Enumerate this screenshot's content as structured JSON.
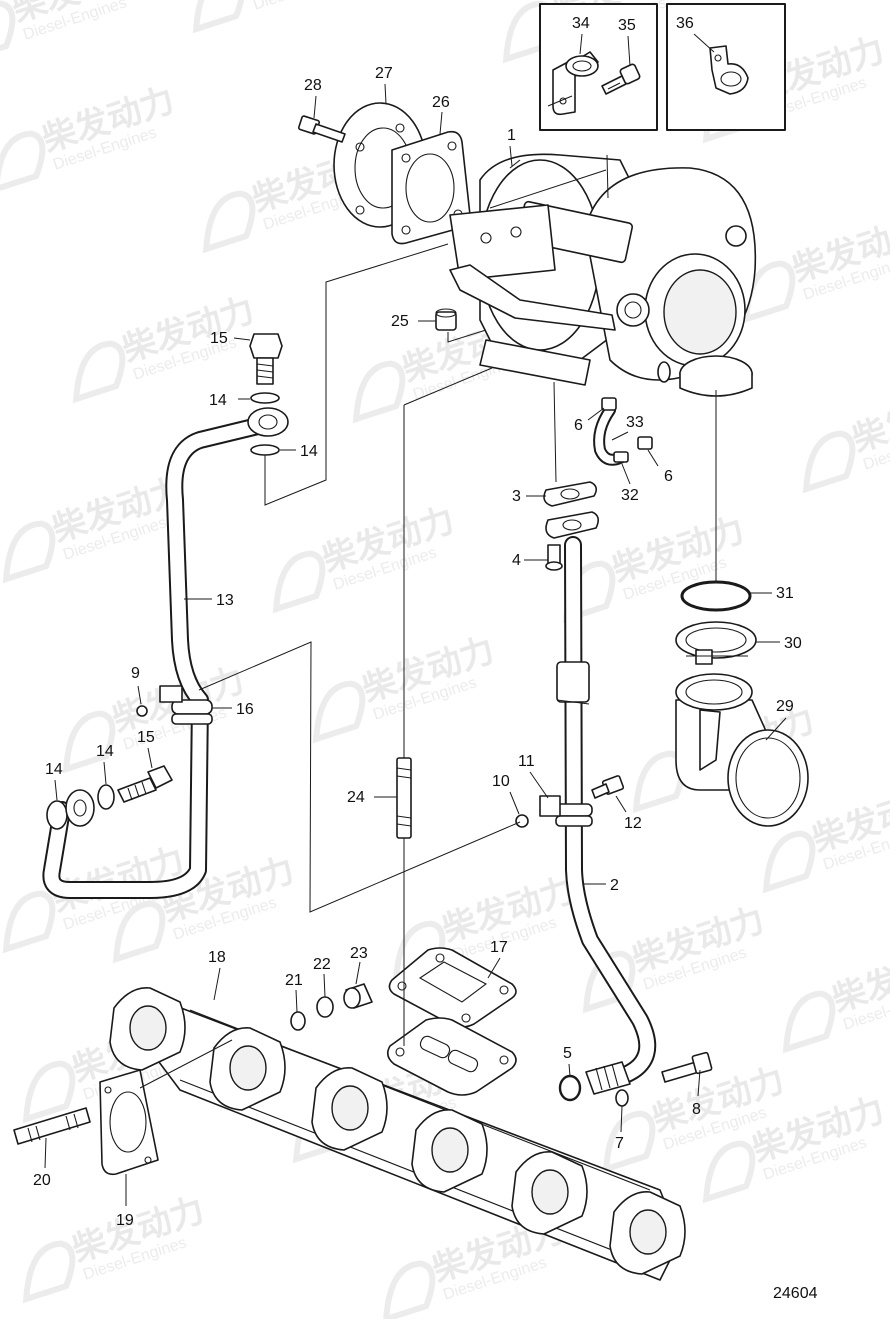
{
  "watermark": {
    "brand": "柴发动力",
    "subtitle": "Diesel-Engines"
  },
  "drawing_number": "24604",
  "callouts": [
    {
      "id": "1",
      "text": "1"
    },
    {
      "id": "2",
      "text": "2"
    },
    {
      "id": "3",
      "text": "3"
    },
    {
      "id": "4",
      "text": "4"
    },
    {
      "id": "5",
      "text": "5"
    },
    {
      "id": "6a",
      "text": "6"
    },
    {
      "id": "6b",
      "text": "6"
    },
    {
      "id": "7",
      "text": "7"
    },
    {
      "id": "8",
      "text": "8"
    },
    {
      "id": "9",
      "text": "9"
    },
    {
      "id": "10",
      "text": "10"
    },
    {
      "id": "11",
      "text": "11"
    },
    {
      "id": "12",
      "text": "12"
    },
    {
      "id": "13",
      "text": "13"
    },
    {
      "id": "14a",
      "text": "14"
    },
    {
      "id": "14b",
      "text": "14"
    },
    {
      "id": "14c",
      "text": "14"
    },
    {
      "id": "14d",
      "text": "14"
    },
    {
      "id": "15a",
      "text": "15"
    },
    {
      "id": "15b",
      "text": "15"
    },
    {
      "id": "16",
      "text": "16"
    },
    {
      "id": "17",
      "text": "17"
    },
    {
      "id": "18",
      "text": "18"
    },
    {
      "id": "19",
      "text": "19"
    },
    {
      "id": "20",
      "text": "20"
    },
    {
      "id": "21",
      "text": "21"
    },
    {
      "id": "22",
      "text": "22"
    },
    {
      "id": "23",
      "text": "23"
    },
    {
      "id": "24",
      "text": "24"
    },
    {
      "id": "25",
      "text": "25"
    },
    {
      "id": "26",
      "text": "26"
    },
    {
      "id": "27",
      "text": "27"
    },
    {
      "id": "28",
      "text": "28"
    },
    {
      "id": "29",
      "text": "29"
    },
    {
      "id": "30",
      "text": "30"
    },
    {
      "id": "31",
      "text": "31"
    },
    {
      "id": "32",
      "text": "32"
    },
    {
      "id": "33",
      "text": "33"
    },
    {
      "id": "34",
      "text": "34"
    },
    {
      "id": "35",
      "text": "35"
    },
    {
      "id": "36",
      "text": "36"
    }
  ]
}
